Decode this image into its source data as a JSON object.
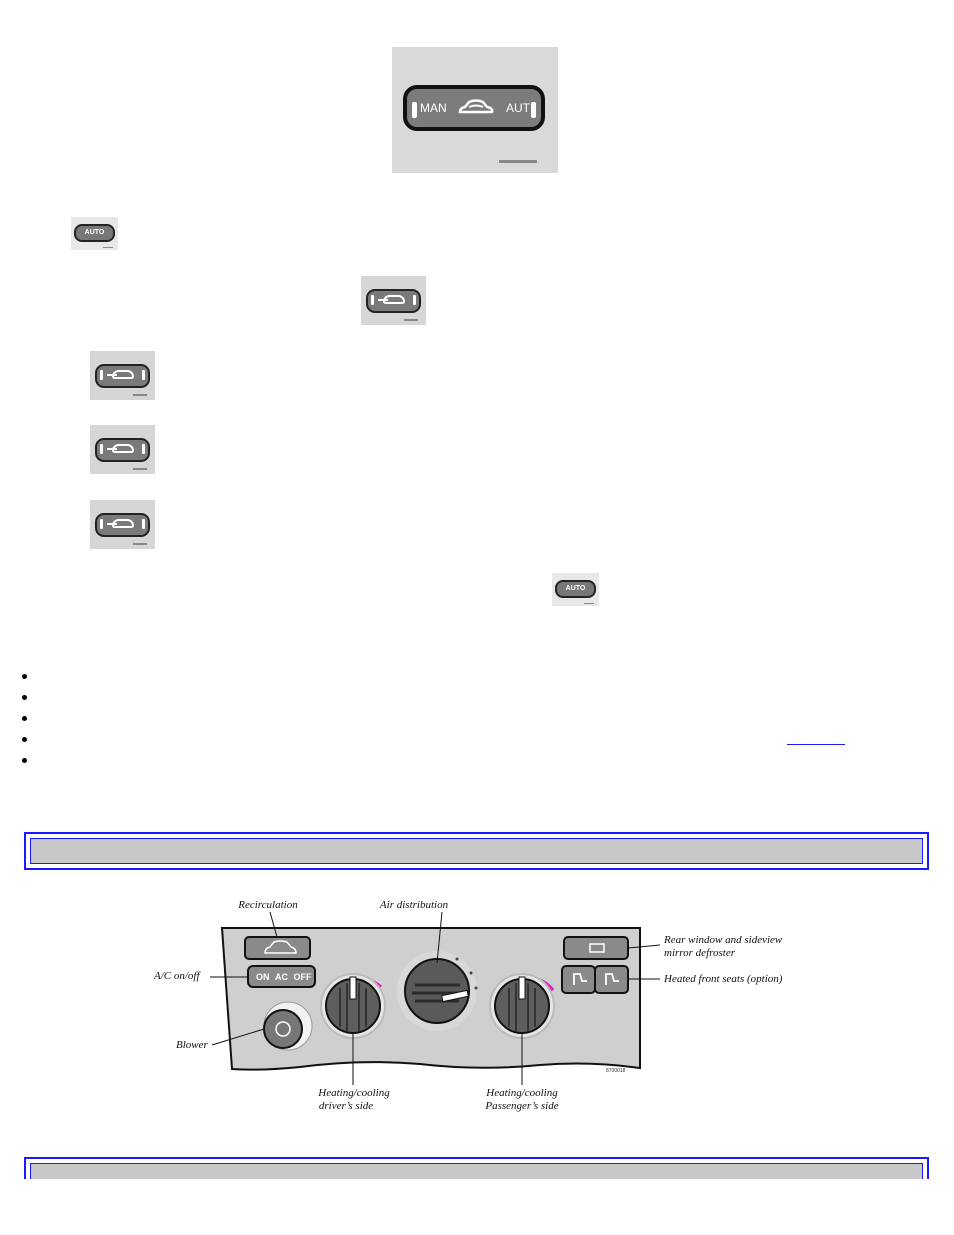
{
  "top_figure": {
    "man_label": "MAN",
    "aut_label": "AUT"
  },
  "auto_button": {
    "label": "AUTO"
  },
  "bullets": [
    "",
    "",
    "",
    "",
    ""
  ],
  "link_text": "",
  "panel_figure": {
    "labels": {
      "recirculation": "Recirculation",
      "air_distribution": "Air distribution",
      "ac_onoff": "A/C on/off",
      "blower": "Blower",
      "heating_driver_line1": "Heating/cooling",
      "heating_driver_line2": "driver’s side",
      "heating_passenger_line1": "Heating/cooling",
      "heating_passenger_line2": "Passenger’s side",
      "rear_window_line1": "Rear window and sideview",
      "rear_window_line2": "mirror  defroster",
      "heated_seats": "Heated front seats (option)"
    },
    "ac_button": {
      "on": "ON",
      "ac": "AC",
      "off": "OFF"
    },
    "figure_code": "8700018",
    "accent_color": "#e020c8"
  },
  "colors": {
    "header_border": "#1a1aff",
    "header_fill": "#c8c8c8"
  }
}
